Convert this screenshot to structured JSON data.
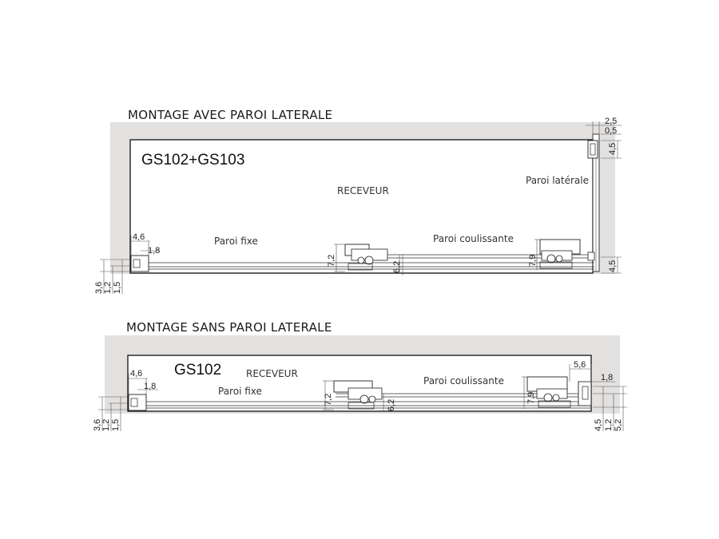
{
  "top": {
    "title": "MONTAGE AVEC PAROI LATERALE",
    "model": "GS102+GS103",
    "labels": {
      "receiver": "RECEVEUR",
      "fixed": "Paroi fixe",
      "sliding": "Paroi coulissante",
      "lateral": "Paroi latérale"
    },
    "dims": {
      "d2_5": "2,5",
      "d0_5": "0,5",
      "d4_5_top": "4,5",
      "d4_6": "4,6",
      "d1_8": "1,8",
      "d7_2": "7,2",
      "d6_2": "6,2",
      "d7_9": "7,9",
      "d4_5_right": "4,5",
      "d3_6": "3,6",
      "d1_2": "1,2",
      "d1_5": "1,5"
    }
  },
  "bottom": {
    "title": "MONTAGE SANS PAROI LATERALE",
    "model": "GS102",
    "labels": {
      "receiver": "RECEVEUR",
      "fixed": "Paroi fixe",
      "sliding": "Paroi coulissante"
    },
    "dims": {
      "d4_6": "4,6",
      "d1_8": "1,8",
      "d5_6": "5,6",
      "d1_8_right": "1,8",
      "d7_2": "7,2",
      "d6_2": "6,2",
      "d7_9": "7,9",
      "d3_6": "3,6",
      "d1_2": "1,2",
      "d1_5": "1,5",
      "d4_5": "4,5",
      "d1_2_right": "1,2",
      "d5_2": "5,2"
    }
  }
}
